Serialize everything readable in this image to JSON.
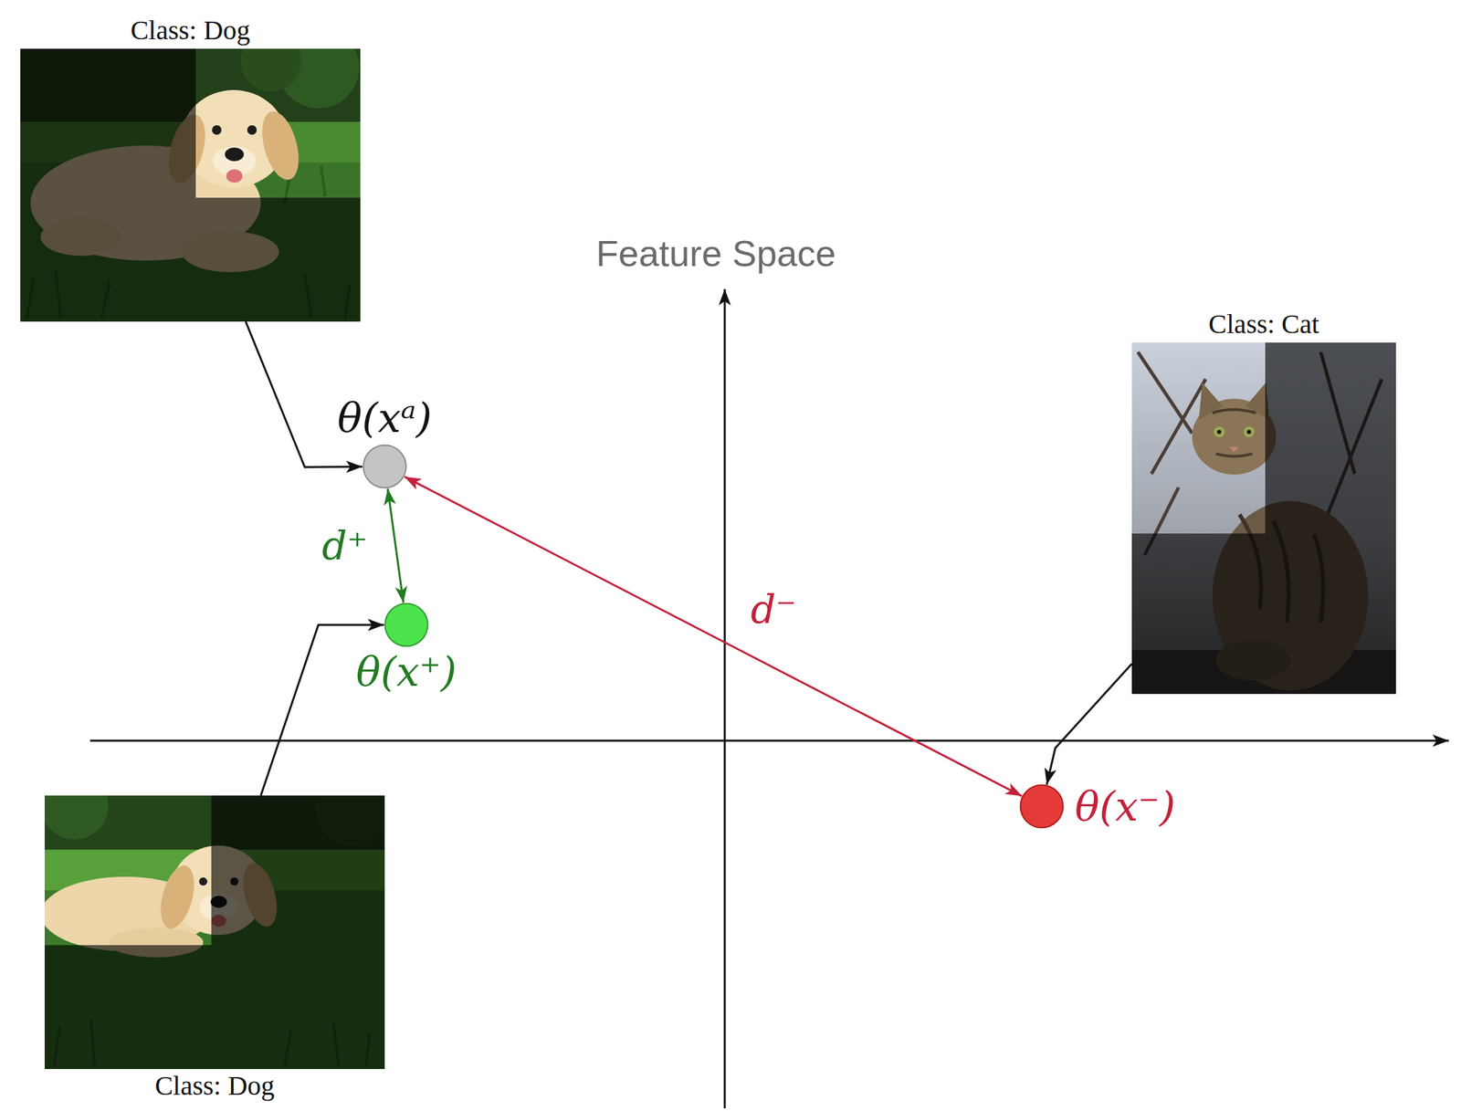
{
  "diagram": {
    "nodes": [
      {
        "text": [
          "Class: Dog"
        ]
      },
      {
        "text": [
          "θ(xᵃ)"
        ]
      },
      {
        "text": [
          "Class: Cat"
        ]
      },
      {
        "text": [
          "θ(x⁺)"
        ]
      },
      {
        "text": [
          "θ(x⁻)"
        ]
      },
      {
        "text": [
          "Class: Dog"
        ]
      }
    ],
    "edges": [
      {
        "from": 0,
        "to": 1,
        "arrow": "to"
      },
      {
        "from": 1,
        "to": 3,
        "arrow": "both",
        "label": "d⁺"
      },
      {
        "from": 1,
        "to": 4,
        "arrow": "both",
        "label": "d⁻"
      },
      {
        "from": 5,
        "to": 3,
        "arrow": "to"
      },
      {
        "from": 2,
        "to": 4,
        "arrow": "to"
      }
    ],
    "labels": [
      "Feature Space"
    ]
  }
}
